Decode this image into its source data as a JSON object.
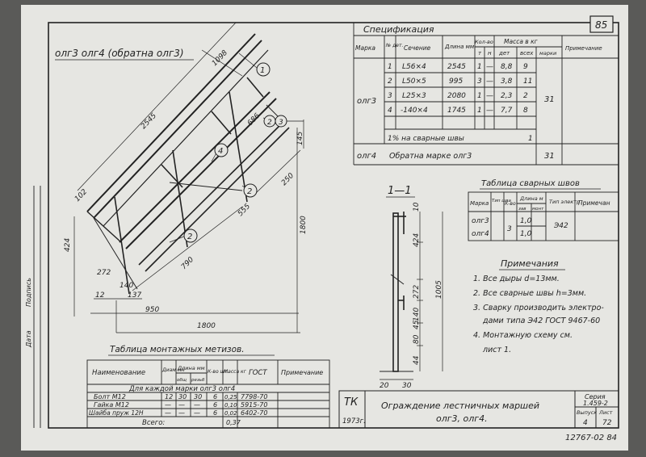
{
  "page_number": "85",
  "view_title": "олг3 олг4 (обратна олг3)",
  "section_title": "1—1",
  "drawing_dims": {
    "d1098": "1098",
    "d2545": "2545",
    "d102": "102",
    "d424": "424",
    "d272": "272",
    "d140": "140",
    "d137": "137",
    "d12": "12",
    "d950": "950",
    "d1800h": "1800",
    "d1800v": "1800",
    "d686": "686",
    "d145": "145",
    "d250": "250",
    "d555": "555",
    "d790": "790",
    "m1": "1",
    "m2": "2",
    "m3": "3",
    "m4": "4"
  },
  "section_dims": {
    "d10": "10",
    "d424": "424",
    "d1005": "1005",
    "d272": "272",
    "d45": "45",
    "d140": "140",
    "d80": "80",
    "d44": "44",
    "d20": "20",
    "d30": "30"
  },
  "spec": {
    "title": "Спецификация",
    "h_marka": "Марка",
    "h_det": "№ дет.",
    "h_sech": "Сечение",
    "h_dlina": "Длина мм",
    "h_kolvo": "Кол-во",
    "h_t": "т",
    "h_n": "н",
    "h_massa": "Масса в кг",
    "h_det2": "дет",
    "h_vsek": "всех",
    "h_marki": "марки",
    "h_prim": "Примечание",
    "mark1": "олг3",
    "rows": [
      {
        "n": "1",
        "sech": "L56×4",
        "len": "2545",
        "t": "1",
        "h": "—",
        "det": "8,8",
        "all": "9"
      },
      {
        "n": "2",
        "sech": "L50×5",
        "len": "995",
        "t": "3",
        "h": "—",
        "det": "3,8",
        "all": "11"
      },
      {
        "n": "3",
        "sech": "L25×3",
        "len": "2080",
        "t": "1",
        "h": "—",
        "det": "2,3",
        "all": "2"
      },
      {
        "n": "4",
        "sech": "-140×4",
        "len": "1745",
        "t": "1",
        "h": "—",
        "det": "7,7",
        "all": "8"
      }
    ],
    "mass1": "31",
    "weld_note": "1% на сварные швы",
    "weld_val": "1",
    "mark2": "олг4",
    "mark2_text": "Обратна марке олг3",
    "mass2": "31"
  },
  "weld": {
    "title": "Таблица сварных швов",
    "h_marka": "Марка",
    "h_tip": "Тип шва",
    "h_kolvo": "К-во",
    "h_dlina": "Длина м",
    "h_zav": "зав",
    "h_mont": "монт",
    "h_elektr": "Тип электр.",
    "h_prim": "Примечан",
    "m1": "олг3",
    "m2": "олг4",
    "n": "3",
    "l1": "1,0",
    "l2": "1,0",
    "el": "Э42"
  },
  "notes": {
    "title": "Примечания",
    "items": [
      "1. Все дыры d=13мм.",
      "2. Все сварные швы h=3мм.",
      "3. Сварку производить электро-",
      "дами типа Э42 ГОСТ 9467-60",
      "4. Монтажную схему см.",
      "лист 1."
    ]
  },
  "bolts": {
    "title": "Таблица монтажных метизов.",
    "h_name": "Наименование",
    "h_diam": "Диам мм",
    "h_dlina": "Длина мм",
    "h_obsh": "общ",
    "h_rez": "резьб",
    "h_kolvo": "К-во шт.",
    "h_massa": "Масса кг",
    "h_gost": "ГОСТ",
    "h_prim": "Примечание",
    "for_each": "Для каждой марки олг3 олг4",
    "rows": [
      {
        "name": "Болт М12",
        "d": "12",
        "l": "30",
        "r": "30",
        "k": "6",
        "m": "0,25",
        "gost": "7798-70"
      },
      {
        "name": "Гайка М12",
        "d": "—",
        "l": "—",
        "r": "—",
        "k": "6",
        "m": "0,10",
        "gost": "5915-70"
      },
      {
        "name": "Шайба пруж 12Н",
        "d": "—",
        "l": "—",
        "r": "—",
        "k": "6",
        "m": "0,02",
        "gost": "6402-70"
      }
    ],
    "total_label": "Всего:",
    "total": "0,37"
  },
  "stamp": {
    "org": "ТК",
    "year": "1973г.",
    "title1": "Ограждение лестничных маршей",
    "title2": "олг3, олг4.",
    "series_label": "Серия",
    "series": "1.459-2",
    "issue_label": "Выпуск",
    "issue": "4",
    "sheet_label": "Лист",
    "sheet": "72",
    "code": "12767-02 84"
  },
  "margin": {
    "text1": "Дата",
    "text2": "Подпись"
  }
}
